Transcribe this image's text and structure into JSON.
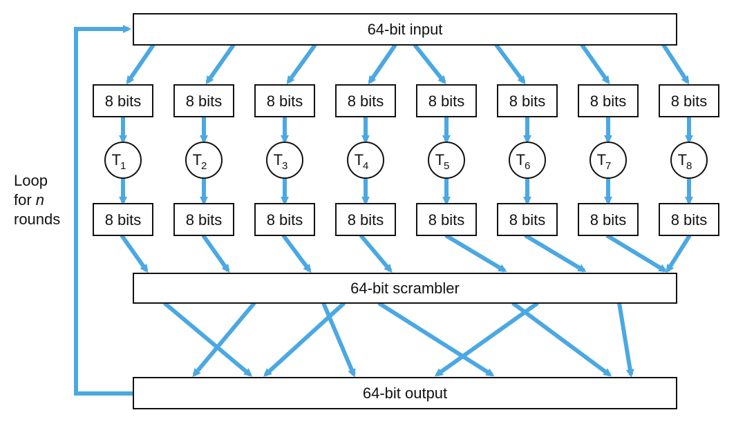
{
  "colors": {
    "arrow": "#4aa8e3",
    "box_stroke": "#111111",
    "text": "#111111",
    "background": "#ffffff"
  },
  "input_label": "64-bit input",
  "chunk_label": "8 bits",
  "tables": [
    {
      "prefix": "T",
      "index": "1"
    },
    {
      "prefix": "T",
      "index": "2"
    },
    {
      "prefix": "T",
      "index": "3"
    },
    {
      "prefix": "T",
      "index": "4"
    },
    {
      "prefix": "T",
      "index": "5"
    },
    {
      "prefix": "T",
      "index": "6"
    },
    {
      "prefix": "T",
      "index": "7"
    },
    {
      "prefix": "T",
      "index": "8"
    }
  ],
  "scrambler_label": "64-bit scrambler",
  "output_label": "64-bit output",
  "loop": {
    "line1": "Loop",
    "line2_prefix": "for ",
    "line2_var": "n",
    "line3": "rounds"
  }
}
